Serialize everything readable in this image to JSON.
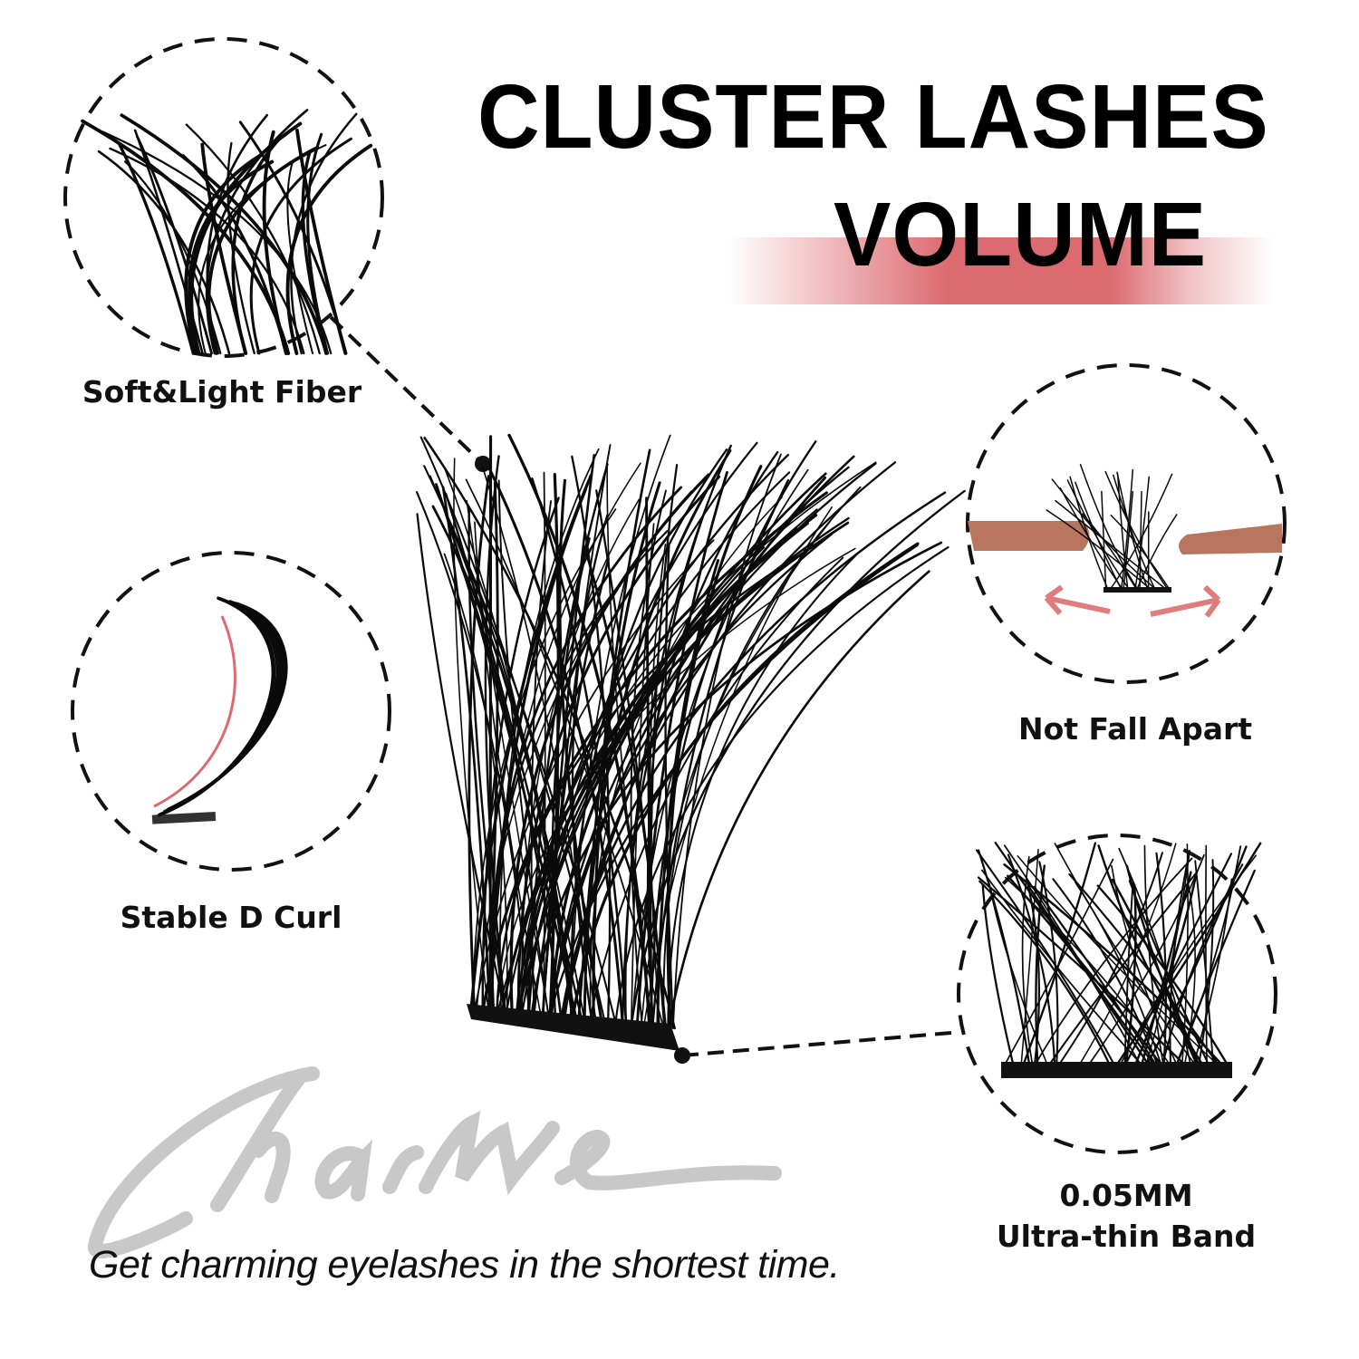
{
  "header": {
    "title_line1": "CLUSTER LASHES",
    "title_line2": "VOLUME"
  },
  "features": [
    {
      "label": "Soft&Light Fiber"
    },
    {
      "label": "Stable D Curl"
    },
    {
      "label": "Not Fall Apart"
    },
    {
      "label_line1": "0.05MM",
      "label_line2": "Ultra-thin Band"
    }
  ],
  "brand": {
    "logo_text": "Charme",
    "tagline": "Get charming eyelashes in the shortest time."
  },
  "colors": {
    "accent": "#dc6b70",
    "watermark": "#c8c8c8",
    "tweezer": "#b9765e",
    "text": "#111111"
  }
}
